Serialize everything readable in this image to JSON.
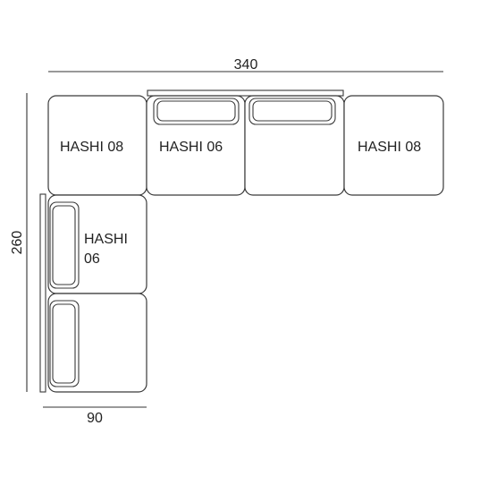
{
  "dimensions": {
    "width": "340",
    "height": "260",
    "depth": "90"
  },
  "modules": {
    "top_left": "HASHI 08",
    "top_middle": "HASHI 06",
    "top_right": "HASHI 08",
    "left_corner_line1": "HASHI",
    "left_corner_line2": "06"
  },
  "colors": {
    "stroke": "#3a3a3a",
    "text": "#222222",
    "background": "#ffffff"
  }
}
